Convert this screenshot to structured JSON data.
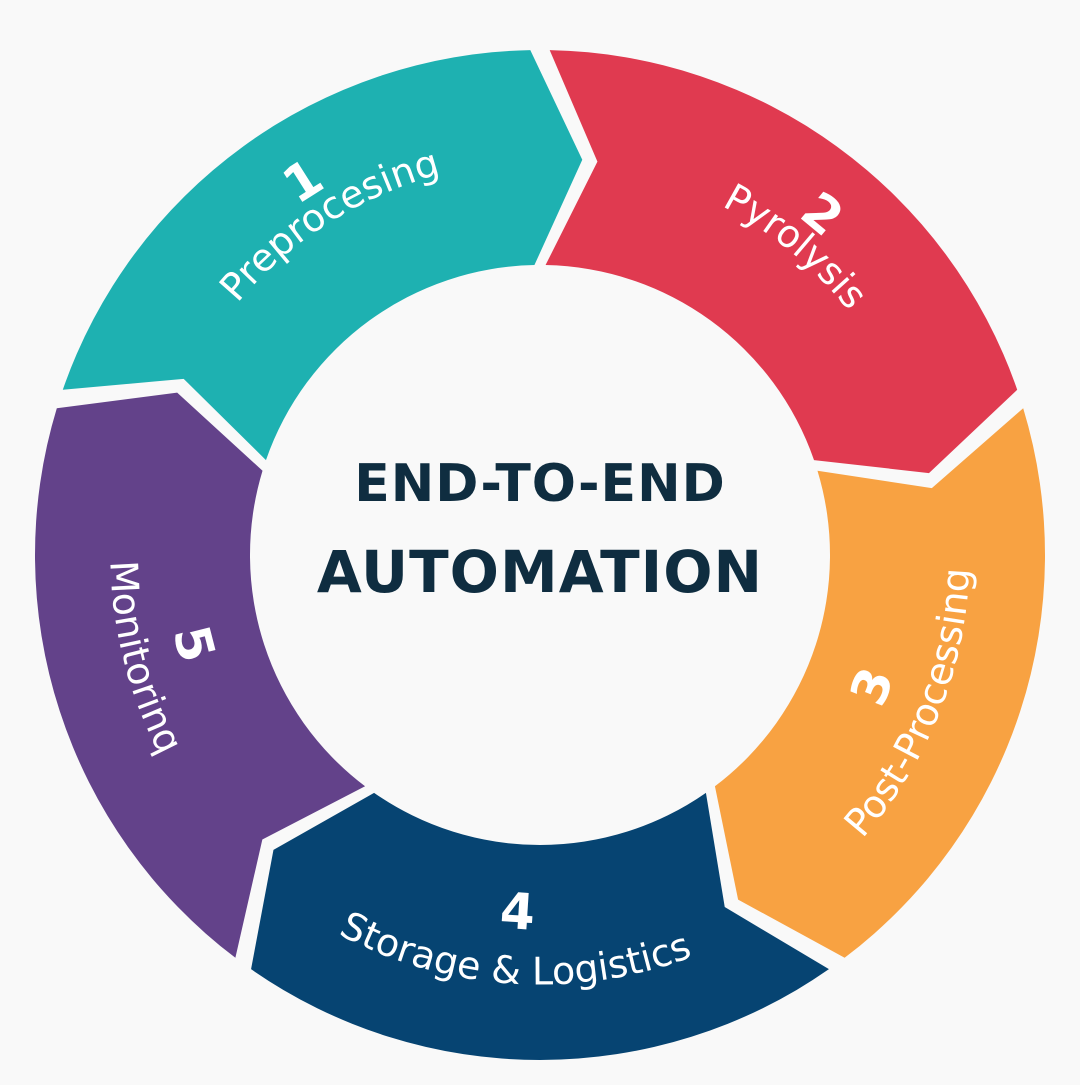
{
  "center": {
    "line1": "END-TO-END",
    "line2": "AUTOMATION",
    "color": "#0f2d40"
  },
  "segments": [
    {
      "number": "1",
      "label": "Preprocesing",
      "color": "#1eb1b1"
    },
    {
      "number": "2",
      "label": "Pyrolysis",
      "color": "#e03a50"
    },
    {
      "number": "3",
      "label": "Post-Processing",
      "color": "#f8a242"
    },
    {
      "number": "4",
      "label": "Storage & Logistics",
      "color": "#064472"
    },
    {
      "number": "5",
      "label": "Monitorinq",
      "color": "#63428a"
    }
  ]
}
